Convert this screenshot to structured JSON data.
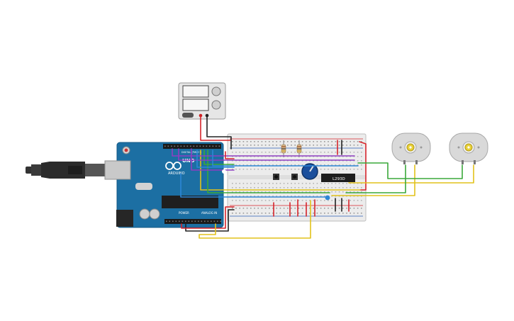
{
  "arduino": {
    "brand": "ARDUINO",
    "model": "UNO",
    "power_header_label": "POWER",
    "analog_header_label": "ANALOG IN",
    "digital_header_label": "DIGITAL (PWM~)"
  },
  "driver_chip": {
    "label": "L293D"
  },
  "colors": {
    "board": "#1c6fa3",
    "board_dark": "#155a86",
    "breadboard": "#ececec",
    "wire_red": "#d6242b",
    "wire_black": "#222222",
    "wire_green": "#3aa83a",
    "wire_yellow": "#e2c21b",
    "wire_purple": "#8e3ec2",
    "wire_blue": "#2c86d6",
    "motor_body": "#d9d9d9",
    "motor_gear": "#e8d13a",
    "potentiometer": "#1b4f9c"
  }
}
